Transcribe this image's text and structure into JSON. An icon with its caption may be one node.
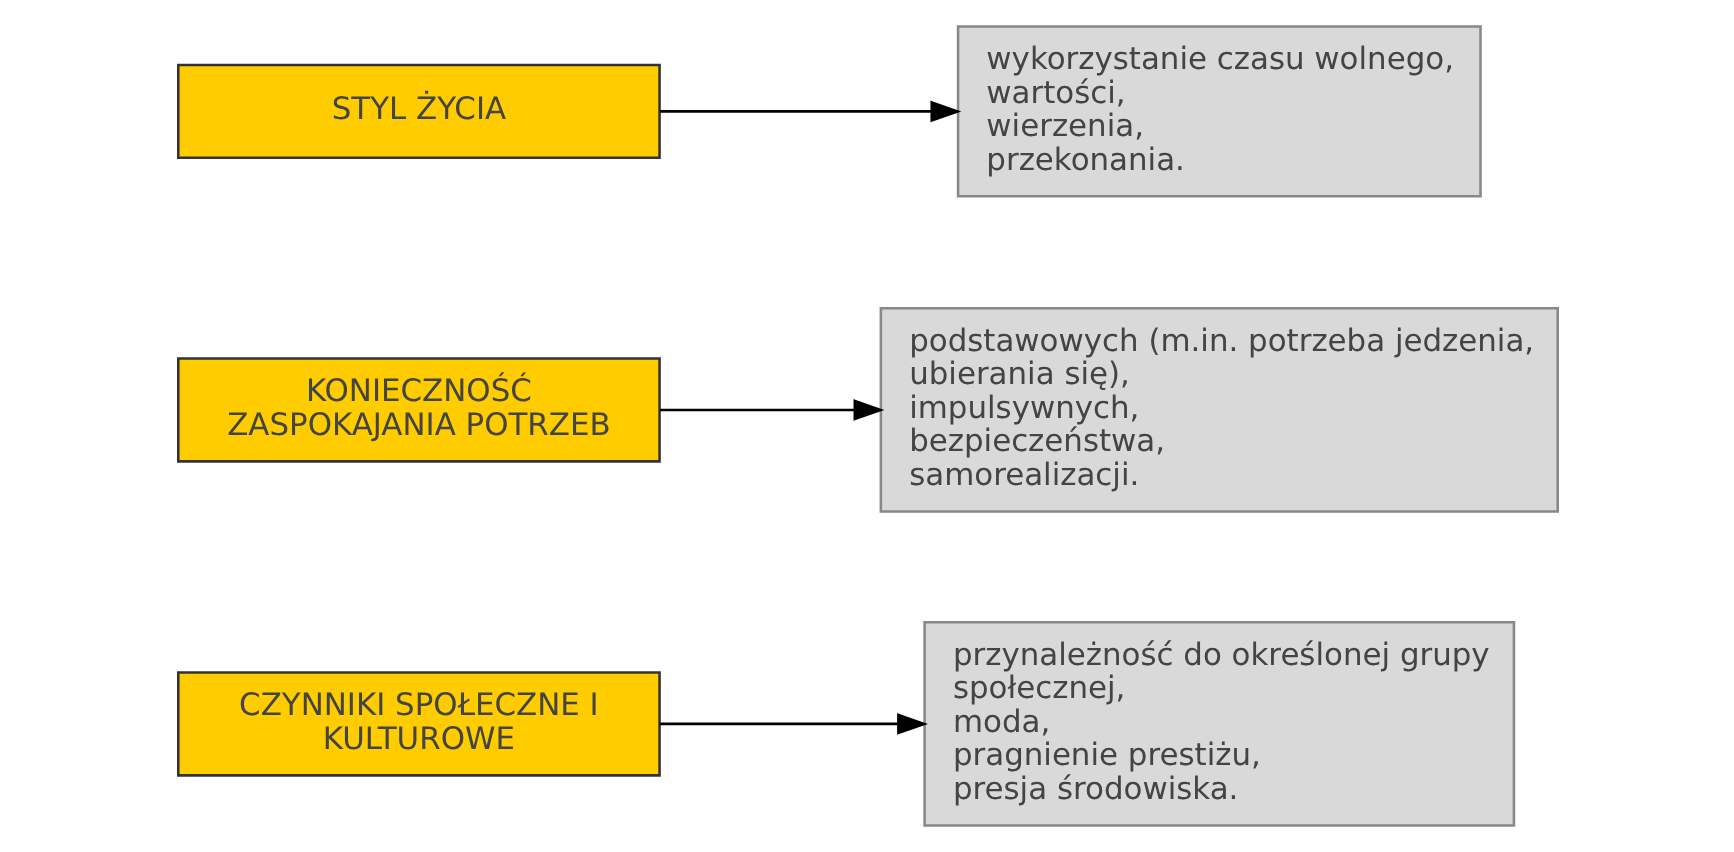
{
  "diagram": {
    "nodes": [
      {
        "text": [
          "CZYNNIKI SPOŁECZNE I KULTUROWE"
        ]
      },
      {
        "text": [
          "przynależność do określonej grupy społecznej,",
          "moda,",
          "pragnienie prestiżu,",
          "presja środowiska."
        ]
      },
      {
        "text": [
          "KONIECZNOŚĆ ZASPOKAJANIA POTRZEB"
        ]
      },
      {
        "text": [
          "podstawowych (m.in. potrzeba jedzenia, ubierania się),",
          "impulsywnych,",
          "bezpieczeństwa,",
          "samorealizacji."
        ]
      },
      {
        "text": [
          "STYL ŻYCIA"
        ]
      },
      {
        "text": [
          "wykorzystanie czasu wolnego,",
          "wartości,",
          "wierzenia,",
          "przekonania."
        ]
      }
    ],
    "edges": [
      {
        "from": 0,
        "to": 1,
        "arrow": "to"
      },
      {
        "from": 2,
        "to": 3,
        "arrow": "to"
      },
      {
        "from": 4,
        "to": 5,
        "arrow": "to"
      }
    ]
  }
}
